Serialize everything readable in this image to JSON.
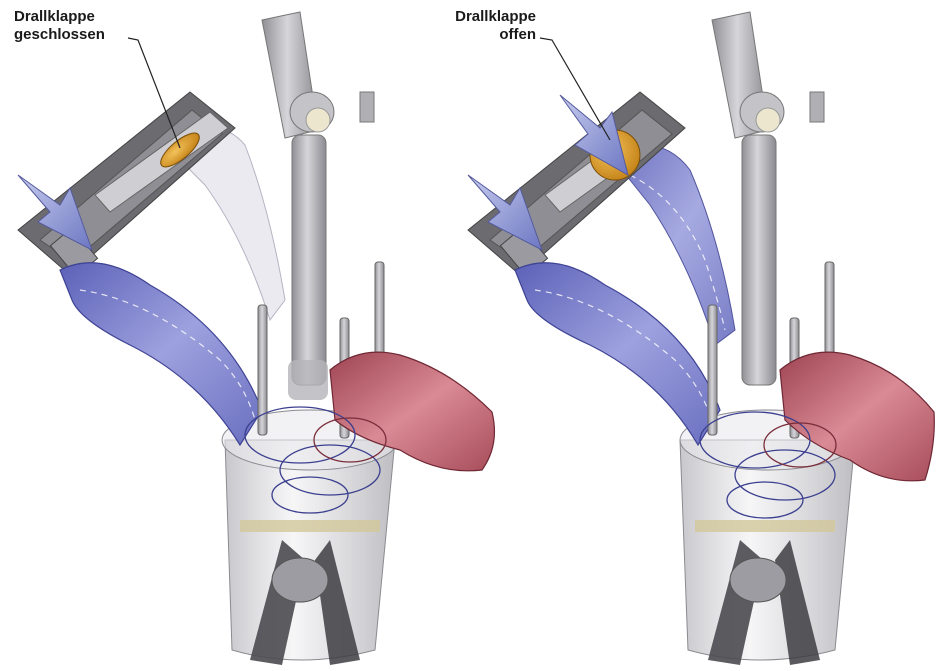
{
  "labels": {
    "left": {
      "line1": "Drallklappe",
      "line2": "geschlossen"
    },
    "right": {
      "line1": "Drallklappe",
      "line2": "offen"
    }
  },
  "colors": {
    "intake_air": "#7b7fc9",
    "exhaust": "#b8636c",
    "swirl_flap": "#e0a02a",
    "metal": "#b9b9bd",
    "metal_dark": "#7d7d82",
    "arrow": "#9aa3d8"
  },
  "illustrations": [
    {
      "panel": "left",
      "swirl_flap_state": "closed"
    },
    {
      "panel": "right",
      "swirl_flap_state": "open"
    }
  ]
}
